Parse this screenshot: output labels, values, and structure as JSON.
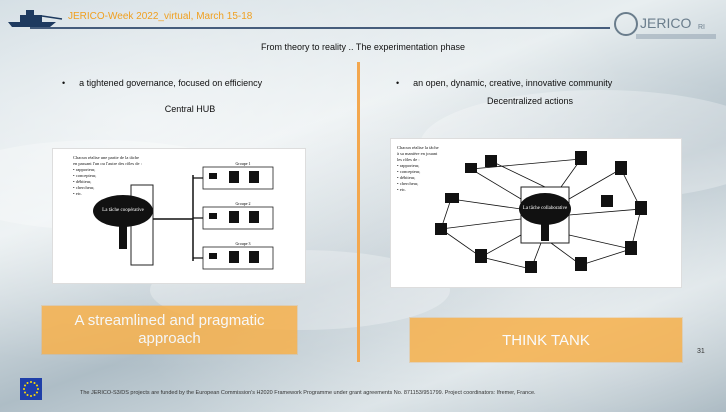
{
  "header": {
    "event_title": "JERICO-Week 2022_virtual, March 15-18",
    "logo_text": "JERICO",
    "logo_suffix": "RI"
  },
  "slide": {
    "title": "From theory to reality .. The experimentation phase",
    "left": {
      "bullet": "a tightened governance, focused on efficiency",
      "subheading": "Central HUB",
      "callout": "A streamlined and pragmatic approach",
      "figure_caption": "La tâche coopérative",
      "figure_lines": [
        "Chacun réalise une partie de la tâche",
        "en passant l'un ou l'autre des rôles de :",
        "• rapporteur,",
        "• concepteur,",
        "• débiteur,",
        "• chercheur,",
        "• etc."
      ],
      "group_labels": [
        "Groupe 1",
        "Groupe 2",
        "Groupe 3"
      ]
    },
    "right": {
      "bullet": "an open, dynamic, creative, innovative community",
      "subheading": "Decentralized actions",
      "callout": "THINK TANK",
      "figure_caption": "La tâche collaborative",
      "figure_lines": [
        "Chacun réalise la tâche",
        "à sa manière en jouant",
        "les rôles de :",
        "• rapporteur,",
        "• concepteur,",
        "• débiteur,",
        "• chercheur,",
        "• etc."
      ]
    },
    "page_number": "31"
  },
  "footer": {
    "text": "The JERICO-S3/DS projects are funded by the European Commission's H2020 Framework Programme under grant agreements No. 871153/951799. Project coordinators: Ifremer, France."
  },
  "colors": {
    "accent_orange": "#f7b14c",
    "title_orange": "#f0a020",
    "navy": "#1e3a5f",
    "eu_blue": "#1f3fa8"
  }
}
